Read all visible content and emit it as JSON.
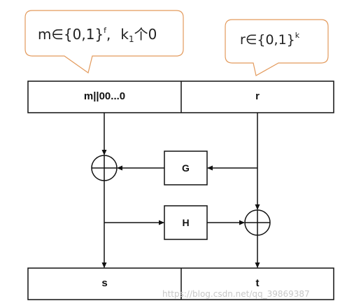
{
  "callouts": {
    "m": {
      "var": "m",
      "op": "∈",
      "set": "{0,1}",
      "exp": "f",
      "sep": ",",
      "k_var": "k",
      "k_sub": "1",
      "k_rest": "个0"
    },
    "r": {
      "var": "r",
      "op": "∈",
      "set": "{0,1}",
      "exp": "k"
    }
  },
  "top_row": {
    "left": "m||00...0",
    "right": "r"
  },
  "bottom_row": {
    "left": "s",
    "right": "t"
  },
  "functions": {
    "g": "G",
    "h": "H"
  },
  "watermark": "https://blog.csdn.net/qq_39869387",
  "colors": {
    "callout_border": "#e39a5c",
    "line": "#111111"
  }
}
